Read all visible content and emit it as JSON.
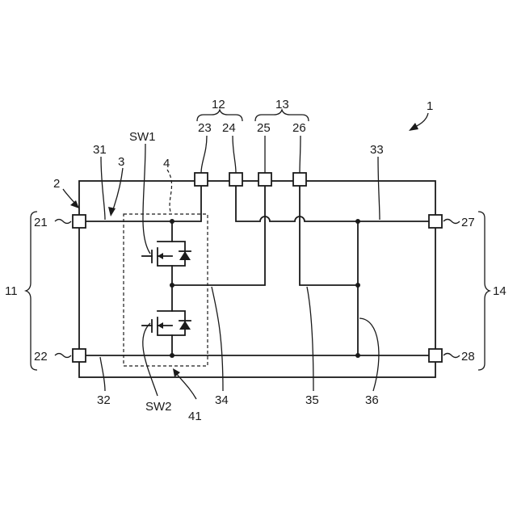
{
  "labels": {
    "device": "1",
    "board": "2",
    "line3": "3",
    "module": "4",
    "group11": "11",
    "group12": "12",
    "group13": "13",
    "group14": "14",
    "t21": "21",
    "t22": "22",
    "t23": "23",
    "t24": "24",
    "t25": "25",
    "t26": "26",
    "t27": "27",
    "t28": "28",
    "w31": "31",
    "w32": "32",
    "w33": "33",
    "w34": "34",
    "w35": "35",
    "w36": "36",
    "m41": "41",
    "sw1": "SW1",
    "sw2": "SW2"
  }
}
